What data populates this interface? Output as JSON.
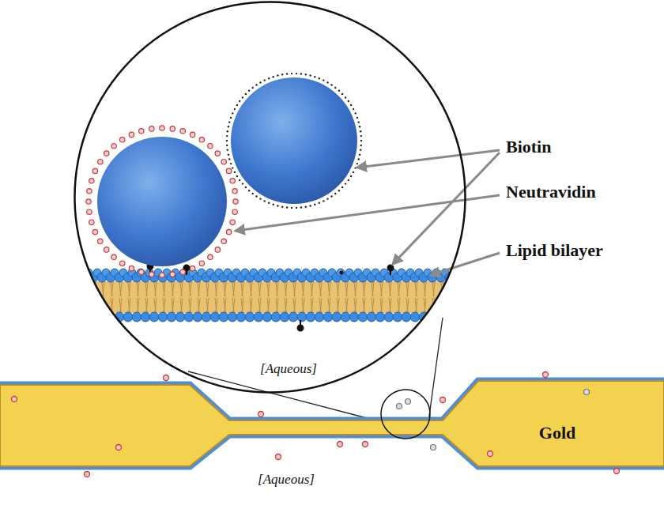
{
  "diagram": {
    "nodes": [
      {
        "text": [
          "[Aqueous]"
        ]
      },
      {
        "text": [
          "Gold"
        ]
      }
    ],
    "labels": [
      "Biotin",
      "Neutravidin",
      "Lipid bilayer",
      "[Aqueous]"
    ]
  }
}
